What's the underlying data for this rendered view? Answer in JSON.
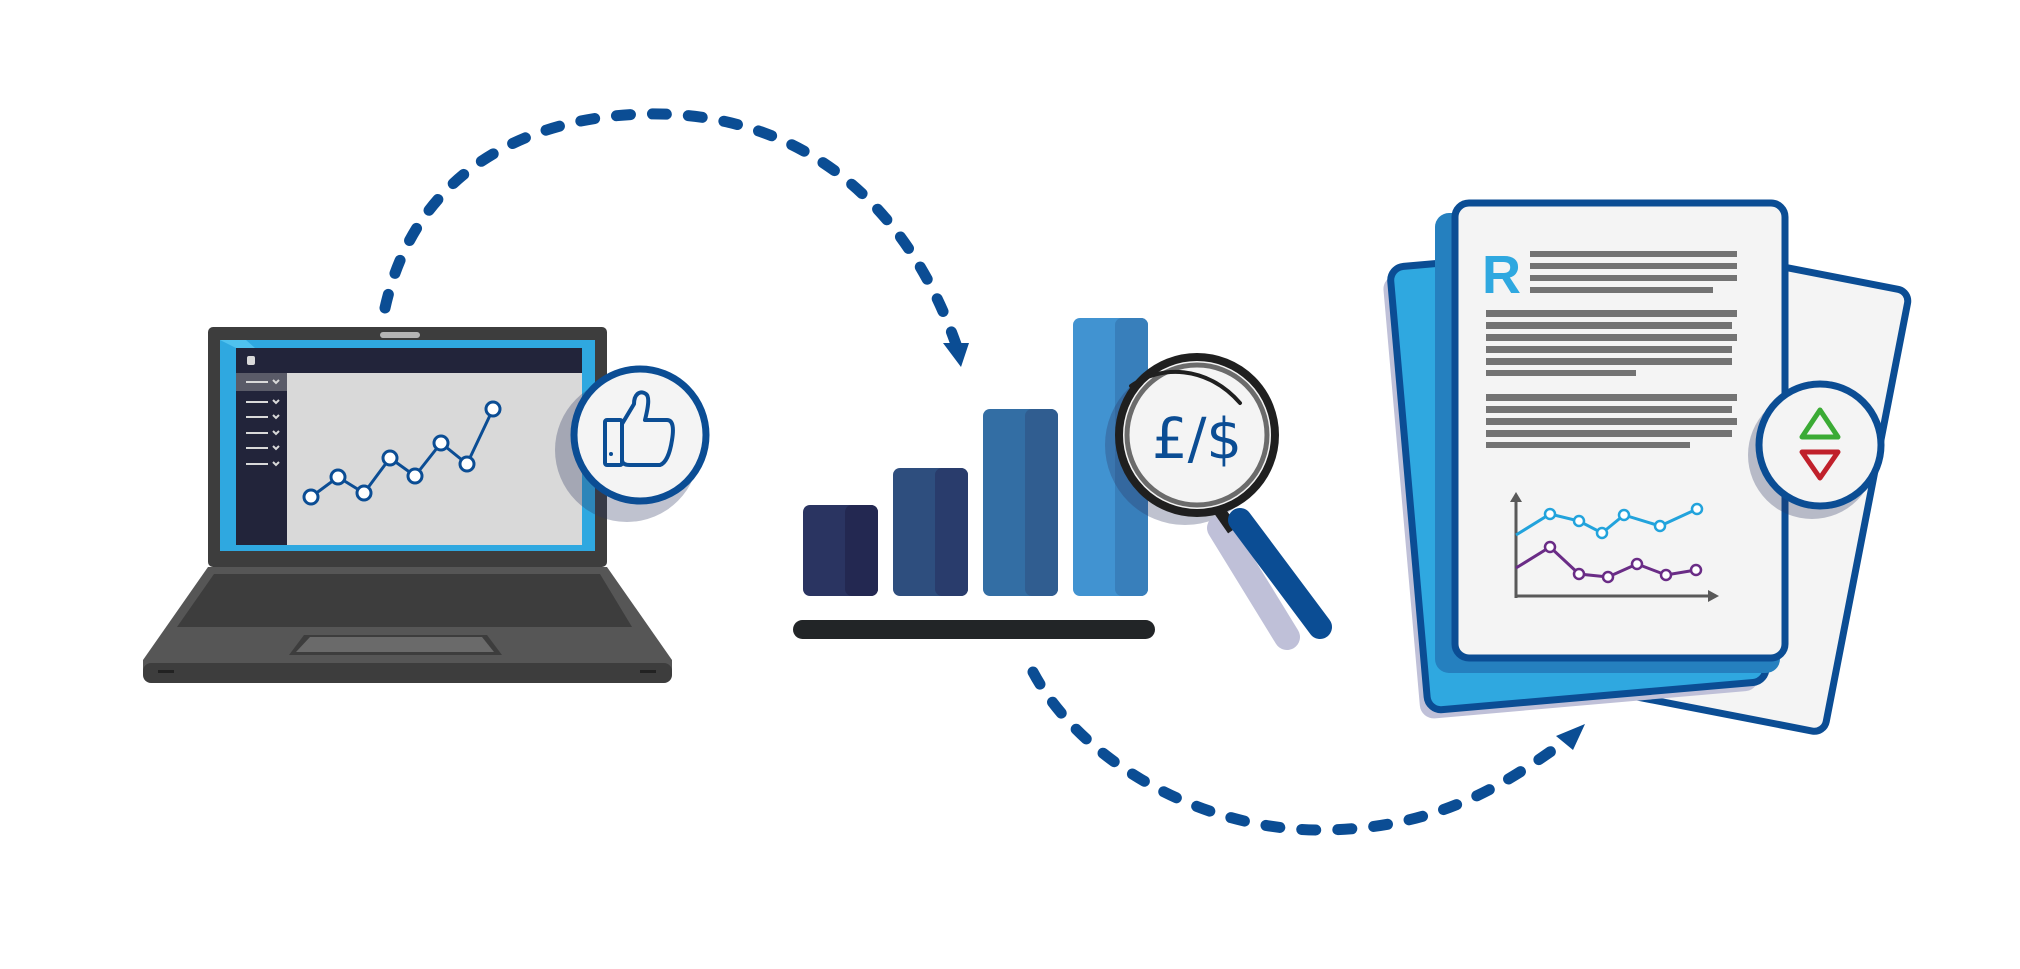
{
  "diagram": {
    "stages": [
      {
        "id": "dashboard",
        "label": "Laptop dashboard",
        "badge_icon": "thumbs-up-icon"
      },
      {
        "id": "analysis",
        "label": "Bar chart analysis",
        "badge_symbol": "£/$"
      },
      {
        "id": "report",
        "label": "Report",
        "logo_letter": "R",
        "badge_icon": "up-down-triangles-icon"
      }
    ],
    "connectors": [
      {
        "from": "dashboard",
        "to": "analysis",
        "style": "dashed-arrow-over"
      },
      {
        "from": "analysis",
        "to": "report",
        "style": "dashed-arrow-under"
      }
    ]
  },
  "magnifier": {
    "currency_text": "£/$"
  },
  "report": {
    "logo_letter": "R"
  },
  "colors": {
    "primary_blue": "#0b4d94",
    "screen_blue": "#2fa8e0",
    "laptop_dark": "#3d3d3d",
    "app_dark": "#22243a",
    "bar_1": "#2a3461",
    "bar_2": "#2e4e7e",
    "bar_3": "#336ea4",
    "bar_4": "#4193d1",
    "up_green": "#3bab35",
    "down_red": "#c0202b",
    "line_cyan": "#22a3dc",
    "line_purple": "#6a2c86"
  },
  "chart_data": [
    {
      "type": "line",
      "title": "Laptop dashboard trend",
      "x": [
        1,
        2,
        3,
        4,
        5,
        6,
        7,
        8
      ],
      "values": [
        2,
        4,
        2.5,
        5.5,
        3.5,
        6.5,
        4.5,
        10
      ]
    },
    {
      "type": "bar",
      "title": "Growth bars",
      "categories": [
        "1",
        "2",
        "3",
        "4"
      ],
      "values": [
        1,
        1.3,
        2.1,
        3.1
      ]
    },
    {
      "type": "line",
      "title": "Report chart",
      "x": [
        0,
        1,
        2,
        3,
        4,
        5,
        6
      ],
      "series": [
        {
          "name": "cyan",
          "values": [
            5.5,
            7.5,
            7,
            5.8,
            7.5,
            6.5,
            8
          ]
        },
        {
          "name": "purple",
          "values": [
            2.5,
            4.2,
            1.6,
            1.3,
            2.7,
            1.6,
            2.1
          ]
        }
      ]
    }
  ]
}
